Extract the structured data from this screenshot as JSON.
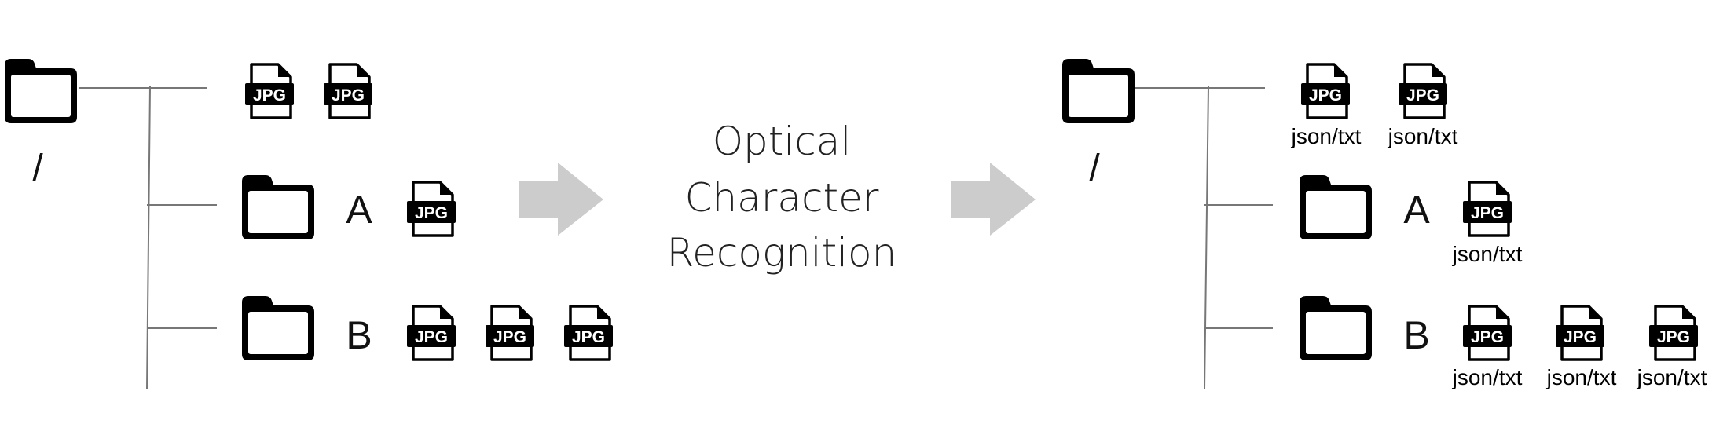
{
  "diagram": {
    "left_tree": {
      "root_label": "/",
      "folder_a_label": "A",
      "folder_b_label": "B",
      "file_badge": "JPG"
    },
    "process": {
      "line1": "Optical",
      "line2": "Character",
      "line3": "Recognition"
    },
    "right_tree": {
      "root_label": "/",
      "folder_a_label": "A",
      "folder_b_label": "B",
      "file_badge": "JPG",
      "output_label": "json/txt"
    },
    "colors": {
      "line": "#777777",
      "icon": "#000000",
      "arrow": "#cccccc"
    }
  }
}
